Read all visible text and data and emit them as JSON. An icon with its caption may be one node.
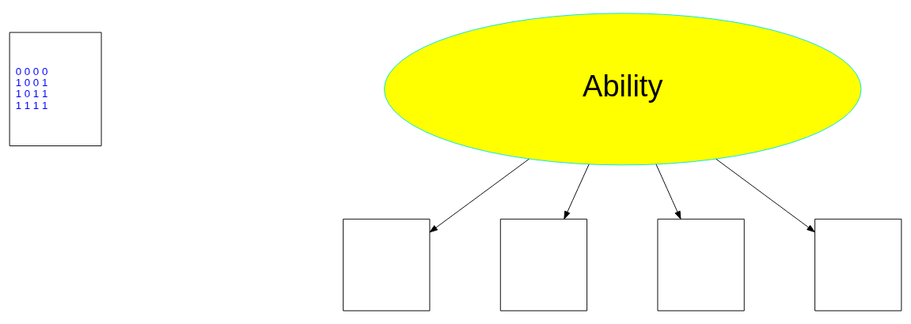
{
  "diagram": {
    "nodes": [
      {
        "text": [
          "0 0 0 0",
          "1 0 0 1",
          "1 0 1 1",
          "1 1 1 1"
        ]
      },
      {
        "text": [
          "Ability"
        ]
      },
      {
        "text": [],
        "shape": "box"
      },
      {
        "text": [],
        "shape": "box"
      },
      {
        "text": [],
        "shape": "box"
      },
      {
        "text": [],
        "shape": "box"
      }
    ],
    "edges": [
      {
        "from": 1,
        "to": 2,
        "arrow": "to"
      },
      {
        "from": 1,
        "to": 3,
        "arrow": "to"
      },
      {
        "from": 1,
        "to": 4,
        "arrow": "to"
      },
      {
        "from": 1,
        "to": 5,
        "arrow": "to"
      }
    ]
  }
}
